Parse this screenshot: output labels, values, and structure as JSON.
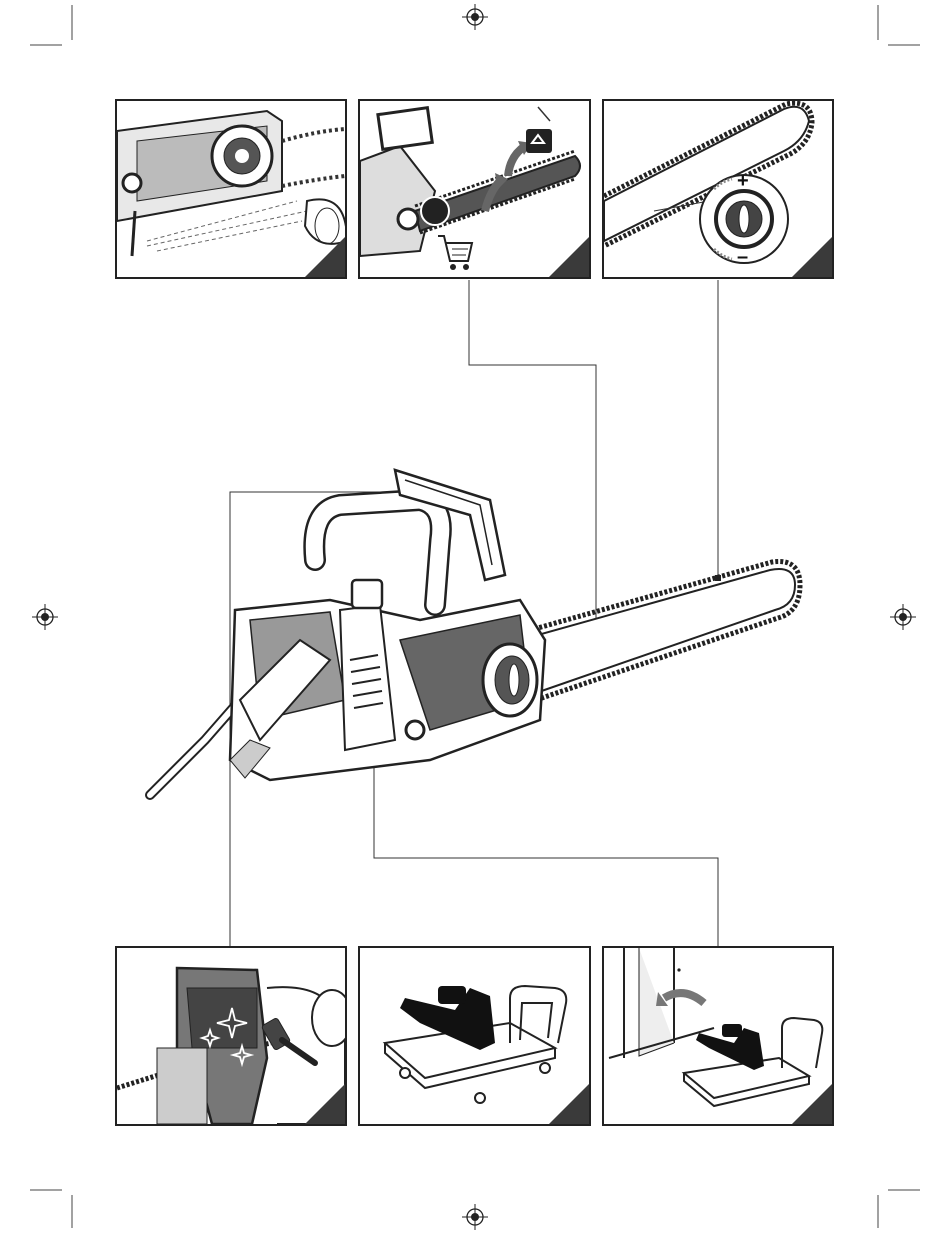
{
  "figure": {
    "panels": [
      {
        "id": "chain-lubrication",
        "icon": "oil-spray-illustration"
      },
      {
        "id": "chain-replacement",
        "icon": "recycle-icon"
      },
      {
        "id": "chain-tension",
        "icon": "tension-knob-illustration"
      },
      {
        "id": "cleaning",
        "icon": "brush-illustration"
      },
      {
        "id": "transport",
        "icon": "trolley-illustration"
      },
      {
        "id": "storage",
        "icon": "storage-illustration"
      }
    ],
    "tension_signs": {
      "plus": "+",
      "minus": "–"
    }
  }
}
